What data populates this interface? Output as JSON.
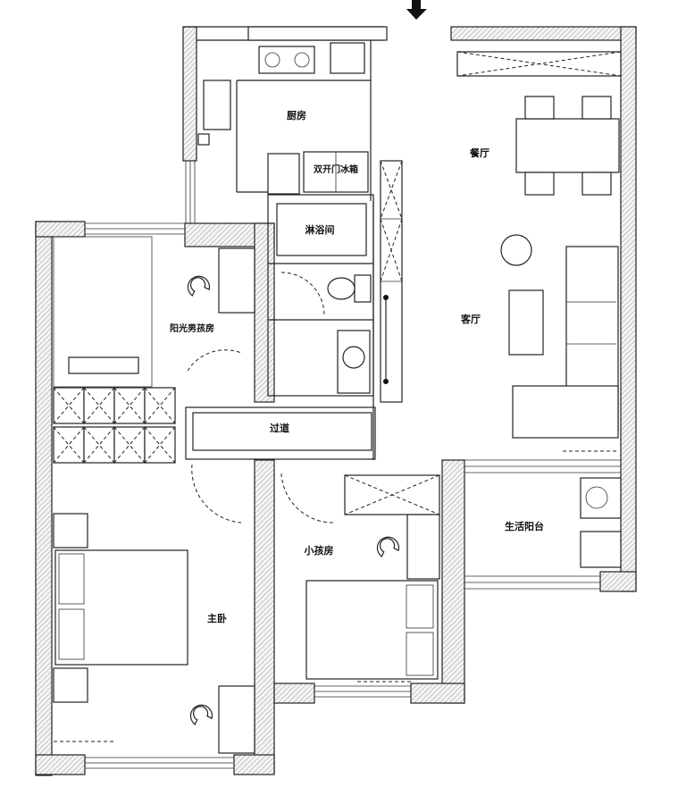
{
  "rooms": {
    "kitchen": "厨房",
    "fridge": "双开门冰箱",
    "shower": "淋浴间",
    "dining": "餐厅",
    "living": "客厅",
    "boy_room": "阳光男孩房",
    "corridor": "过道",
    "child_room": "小孩房",
    "balcony": "生活阳台",
    "master_bedroom": "主卧"
  },
  "entrance_icon": "arrow-down-icon"
}
